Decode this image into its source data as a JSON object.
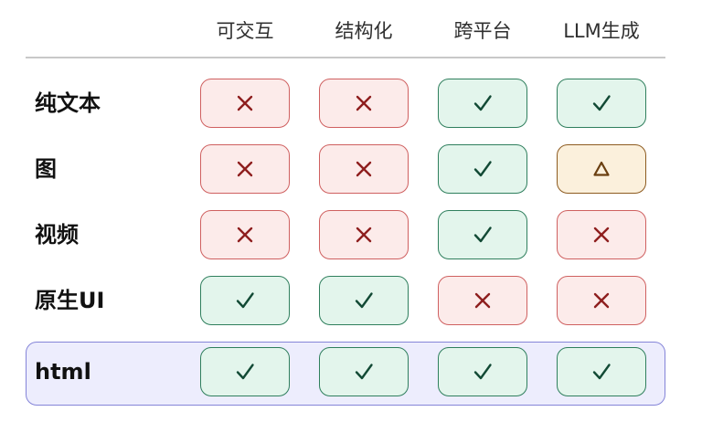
{
  "columns": [
    "可交互",
    "结构化",
    "跨平台",
    "LLM生成"
  ],
  "rows": [
    {
      "label": "纯文本",
      "values": [
        "no",
        "no",
        "yes",
        "yes"
      ]
    },
    {
      "label": "图",
      "values": [
        "no",
        "no",
        "yes",
        "partial"
      ]
    },
    {
      "label": "视频",
      "values": [
        "no",
        "no",
        "yes",
        "no"
      ]
    },
    {
      "label": "原生UI",
      "values": [
        "yes",
        "yes",
        "no",
        "no"
      ]
    },
    {
      "label": "html",
      "values": [
        "yes",
        "yes",
        "yes",
        "yes"
      ],
      "highlighted": true
    }
  ],
  "symbols": {
    "yes": "check-icon",
    "no": "cross-icon",
    "partial": "triangle-icon"
  },
  "colors": {
    "yes_bg": "#e3f5ec",
    "yes_border": "#2f7f5d",
    "no_bg": "#fcebea",
    "no_border": "#cf6060",
    "partial_bg": "#fbf0dc",
    "partial_border": "#8d5b20",
    "highlight_bg": "#ededfd",
    "highlight_border": "#8484d8"
  }
}
